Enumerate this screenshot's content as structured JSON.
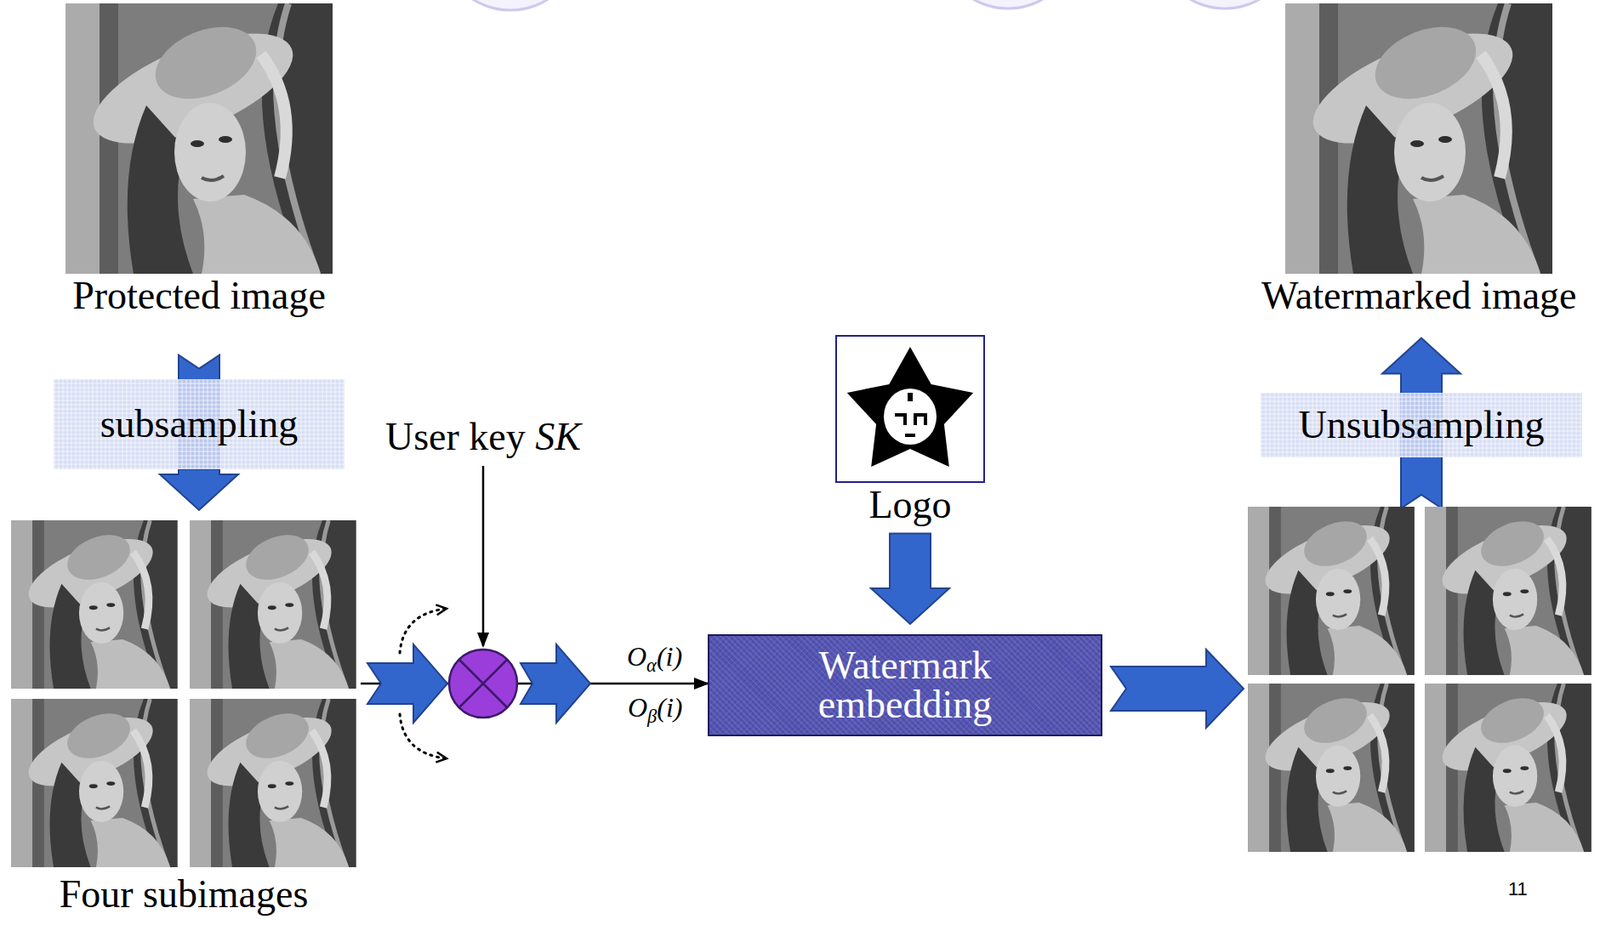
{
  "diagram": {
    "nodes": [
      {
        "text": [
          "Protected image"
        ]
      },
      {
        "text": [
          "subsampling"
        ]
      },
      {
        "text": [
          "Four subimages"
        ]
      },
      {
        "text": [
          "Logo"
        ]
      },
      {
        "text": [
          "Watermark embedding"
        ]
      },
      {
        "text": [
          "Unsubsampling"
        ]
      },
      {
        "text": [
          "Watermarked image"
        ]
      }
    ],
    "edges": [
      {
        "from": 0,
        "to": 1,
        "arrow": "none"
      },
      {
        "from": 1,
        "to": 2,
        "arrow": "to"
      },
      {
        "from": 2,
        "to": 4,
        "arrow": "to"
      },
      {
        "from": 3,
        "to": 4,
        "arrow": "to"
      },
      {
        "from": 5,
        "to": 6,
        "arrow": "to"
      }
    ],
    "labels": [
      "User key SK",
      "Oα(i)",
      "Oβ(i)",
      "11"
    ]
  }
}
